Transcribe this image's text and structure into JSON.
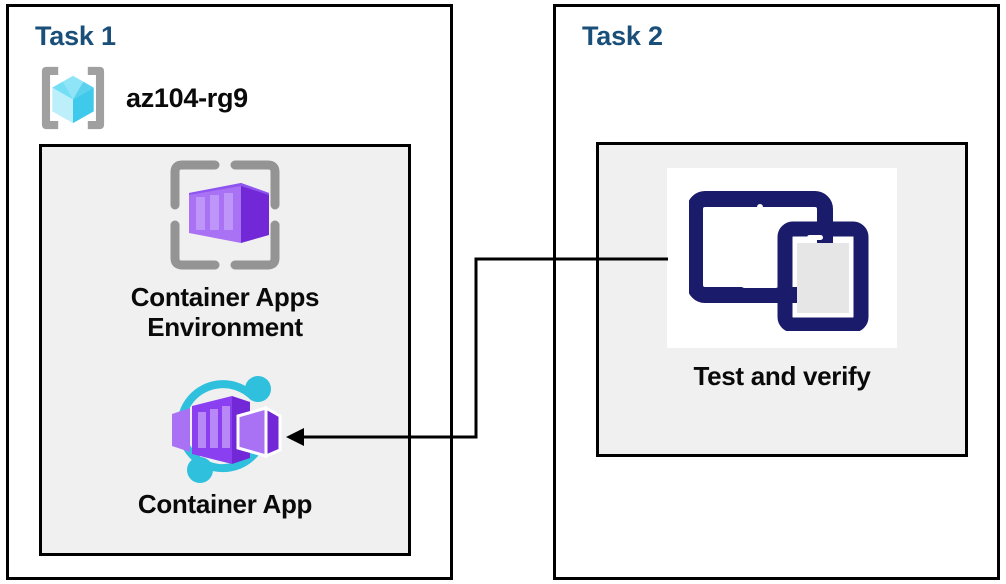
{
  "diagram": {
    "title_color": "#1a4f7a",
    "panels": [
      {
        "id": "task1",
        "title": "Task 1",
        "resource_group": {
          "icon": "resource-group-icon",
          "label": "az104-rg9"
        },
        "nodes": [
          {
            "icon": "container-apps-environment-icon",
            "label": "Container Apps\nEnvironment"
          },
          {
            "icon": "container-app-icon",
            "label": "Container App"
          }
        ]
      },
      {
        "id": "task2",
        "title": "Task 2",
        "nodes": [
          {
            "icon": "test-devices-icon",
            "label": "Test and verify"
          }
        ]
      }
    ],
    "connector": {
      "from": "test-and-verify",
      "to": "container-app",
      "arrow_direction": "left",
      "color": "#000000"
    },
    "colors": {
      "panel_border": "#000000",
      "inner_fill": "#f0f0f0",
      "text": "#0a0a0a",
      "title": "#1a4f7a",
      "resource_group_cube": "#46d5f1",
      "resource_group_bracket": "#a0a0a0",
      "container_purple": "#8a3ff0",
      "container_purple_light": "#a972f4",
      "container_bracket_gray": "#949494",
      "accent_cyan": "#2fc0dd",
      "device_navy": "#1b1b6b"
    }
  }
}
